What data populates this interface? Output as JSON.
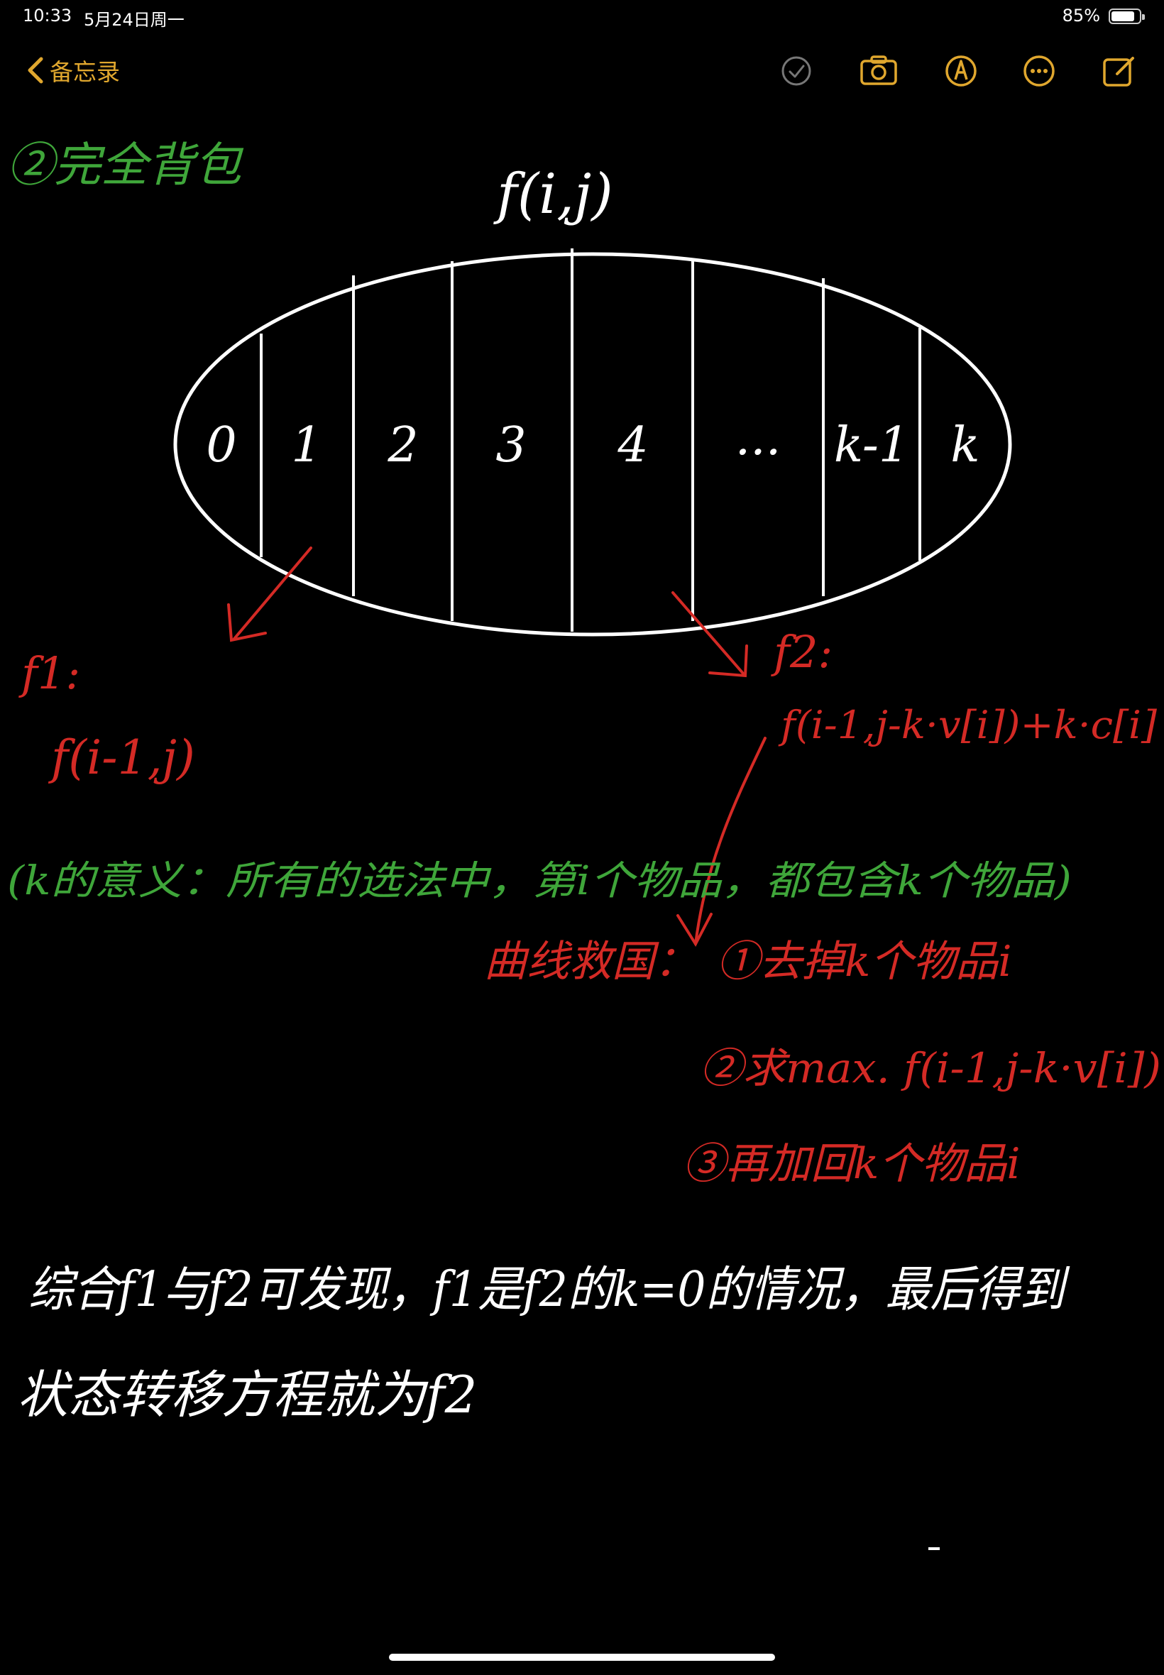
{
  "status_bar": {
    "time": "10:33",
    "date": "5月24日周一",
    "battery_percent": "85%",
    "battery_level": 0.85
  },
  "toolbar": {
    "back_label": "备忘录",
    "icons": [
      "checkmark-circle-icon",
      "camera-icon",
      "markup-pen-icon",
      "more-ellipsis-icon",
      "compose-icon"
    ],
    "accent_color": "#E0A72E"
  },
  "note": {
    "heading": "②完全背包",
    "top_formula": "f(i,j)",
    "partitions": [
      "0",
      "1",
      "2",
      "3",
      "4",
      "...",
      "k-1",
      "k"
    ],
    "f1_label": "f1:",
    "f1_formula": "f(i-1,j)",
    "f2_label": "f2:",
    "f2_formula": "f(i-1,j-k·v[i])+k·c[i]",
    "k_meaning": "(k的意义：所有的选法中，第i个物品，都包含k个物品)",
    "curve_title": "曲线救国：",
    "curve_step1": "①去掉k个物品i",
    "curve_step2": "②求max. f(i-1,j-k·v[i])",
    "curve_step3": "③再加回k个物品i",
    "summary_line1": "综合f1与f2可发现，f1是f2的k=0的情况，最后得到",
    "summary_line2": "状态转移方程就为f2",
    "colors": {
      "white_ink": "#ffffff",
      "green_ink": "#3FA63A",
      "red_ink": "#D42A25"
    }
  }
}
